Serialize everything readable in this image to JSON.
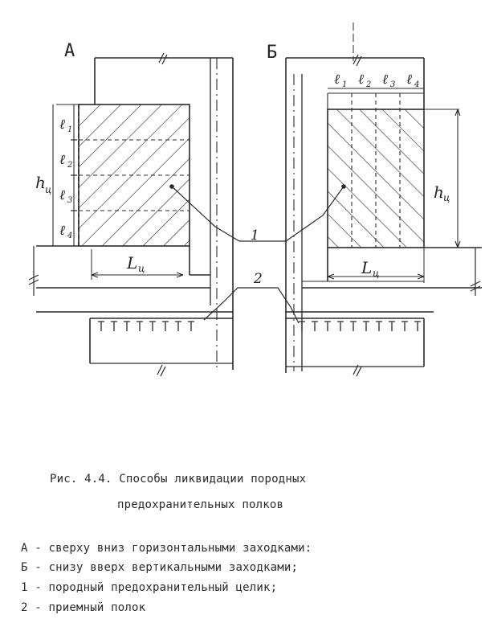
{
  "diagram": {
    "panel_left_label": "А",
    "panel_right_label": "Б",
    "left": {
      "h": "h",
      "h_sub": "ц",
      "L": "L",
      "L_sub": "ц",
      "l_labels": [
        "1",
        "2",
        "3",
        "4"
      ]
    },
    "right": {
      "h": "h",
      "h_sub": "ц",
      "L": "L",
      "L_sub": "ц",
      "l_labels": [
        "1",
        "2",
        "3",
        "4"
      ]
    },
    "callout_1": "1",
    "callout_2": "2"
  },
  "caption": {
    "title_line1": "Рис. 4.4.  Способы ликвидации породных",
    "title_line2": "предохранительных полков",
    "legend": [
      "А - сверху вниз горизонтальными заходками:",
      "Б - снизу вверх вертикальными заходками;",
      "1 - породный предохранительный целик;",
      "2 - приемный полок"
    ]
  }
}
